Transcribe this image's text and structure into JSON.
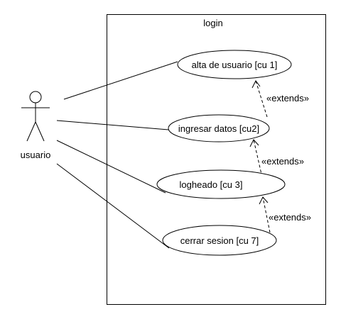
{
  "system": {
    "title": "login"
  },
  "actor": {
    "name": "usuario"
  },
  "use_cases": [
    {
      "id": "uc1",
      "label": "alta de usuario [cu 1]"
    },
    {
      "id": "uc2",
      "label": "ingresar datos [cu2]"
    },
    {
      "id": "uc3",
      "label": "logheado [cu 3]"
    },
    {
      "id": "uc4",
      "label": "cerrar sesion [cu 7]"
    }
  ],
  "relations": [
    {
      "from": "usuario",
      "to": "uc1",
      "type": "association"
    },
    {
      "from": "usuario",
      "to": "uc2",
      "type": "association"
    },
    {
      "from": "usuario",
      "to": "uc3",
      "type": "association"
    },
    {
      "from": "usuario",
      "to": "uc4",
      "type": "association"
    },
    {
      "from": "uc2",
      "to": "uc1",
      "type": "extends",
      "label": "«extends»"
    },
    {
      "from": "uc3",
      "to": "uc2",
      "type": "extends",
      "label": "«extends»"
    },
    {
      "from": "uc4",
      "to": "uc3",
      "type": "extends",
      "label": "«extends»"
    }
  ],
  "colors": {
    "stroke": "#000000",
    "background": "#ffffff"
  }
}
